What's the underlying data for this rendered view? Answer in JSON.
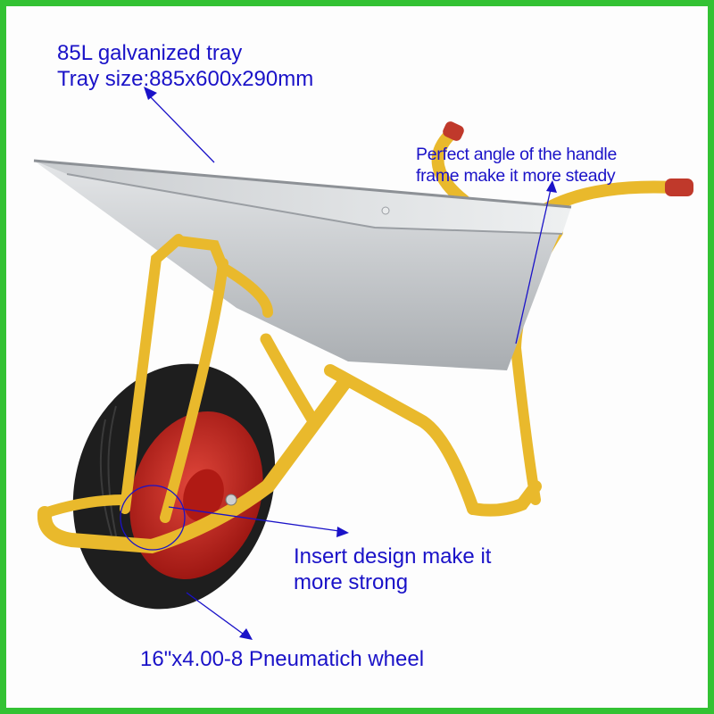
{
  "image": {
    "subject": "wheelbarrow product photo with feature annotations",
    "border_color": "#33c233",
    "annotation_color": "#1a12c8"
  },
  "annotations": {
    "tray": {
      "line1": "85L galvanized tray",
      "line2": "Tray size:885x600x290mm"
    },
    "handle": {
      "line1": "Perfect angle of the handle",
      "line2": "frame make it more steady"
    },
    "insert": {
      "line1": "Insert design make it",
      "line2": "more strong"
    },
    "wheel": {
      "line1": "16\"x4.00-8 Pneumatich wheel"
    }
  },
  "colors": {
    "tray": "#b9bcbf",
    "frame": "#e9b92c",
    "tire": "#1e1e1e",
    "rim": "#c4221a",
    "grip": "#c0392b"
  }
}
